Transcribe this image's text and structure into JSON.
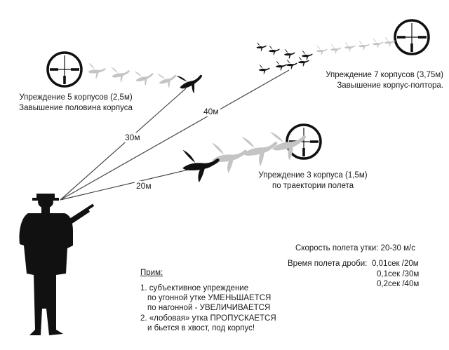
{
  "scenarios": [
    {
      "lead": "Упреждение 5 корпусов (2,5м)",
      "note": "Завышение половина корпуса",
      "distance": "30м"
    },
    {
      "lead": "Упреждение 7 корпусов (3,75м)",
      "note": "Завышение корпус-полтора.",
      "distance": "40м"
    },
    {
      "lead": "Упреждение 3 корпуса (1,5м)",
      "note": "по траектории полета",
      "distance": "20м"
    }
  ],
  "flight_speed": "Скорость полета утки: 20-30 м/с",
  "shot_time": {
    "label": "Время полета дроби:",
    "rows": [
      "0,01сек /20м",
      "0,1сек /30м",
      "0,2сек /40м"
    ]
  },
  "notes": {
    "title": "Прим:",
    "lines": [
      "1. субъективное упреждение",
      "по угонной утке УМЕНЬШАЕТСЯ",
      "по нагонной - УВЕЛИЧИВАЕТСЯ",
      "2. «лобовая» утка ПРОПУСКАЕТСЯ",
      "и бьется в хвост, под корпус!"
    ]
  },
  "colors": {
    "ink": "#111111",
    "ghost": "#c4c4c4",
    "line": "#444444"
  }
}
